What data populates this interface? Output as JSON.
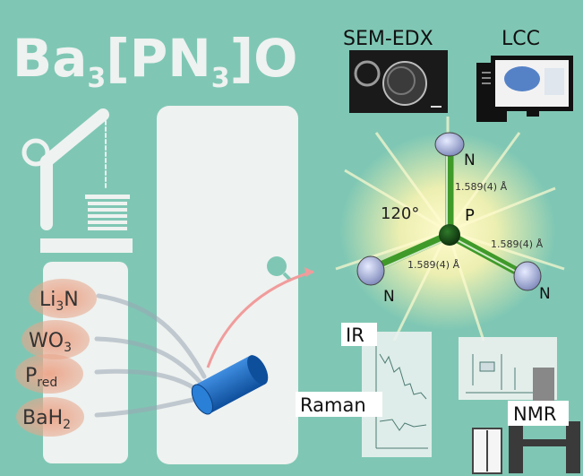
{
  "title": {
    "main": "Ba",
    "sub1": "3",
    "bracket_open": "[PN",
    "sub2": "3",
    "bracket_close": "]O"
  },
  "precursors": [
    {
      "main": "Li",
      "sub": "3",
      "tail": "N"
    },
    {
      "main": "WO",
      "sub": "3",
      "tail": ""
    },
    {
      "main": "P",
      "sub": "red",
      "tail": ""
    },
    {
      "main": "BaH",
      "sub": "2",
      "tail": ""
    }
  ],
  "methods": {
    "sem": "SEM-EDX",
    "lcc": "LCC",
    "ir": "IR",
    "raman": "Raman",
    "nmr": "NMR"
  },
  "molecule": {
    "center_atom": "P",
    "ligand_atom": "N",
    "bond_length": "1.589(4) Å",
    "angle": "120°"
  },
  "colors": {
    "background": "#7fc7b4",
    "panel": "#eef2f0",
    "precursor_blob": "#e8a58a",
    "ampoule": "#1f6fc8",
    "bond": "#3f9a2a",
    "atom_n": "#a8b2d8",
    "glow": "#fff8c0"
  }
}
